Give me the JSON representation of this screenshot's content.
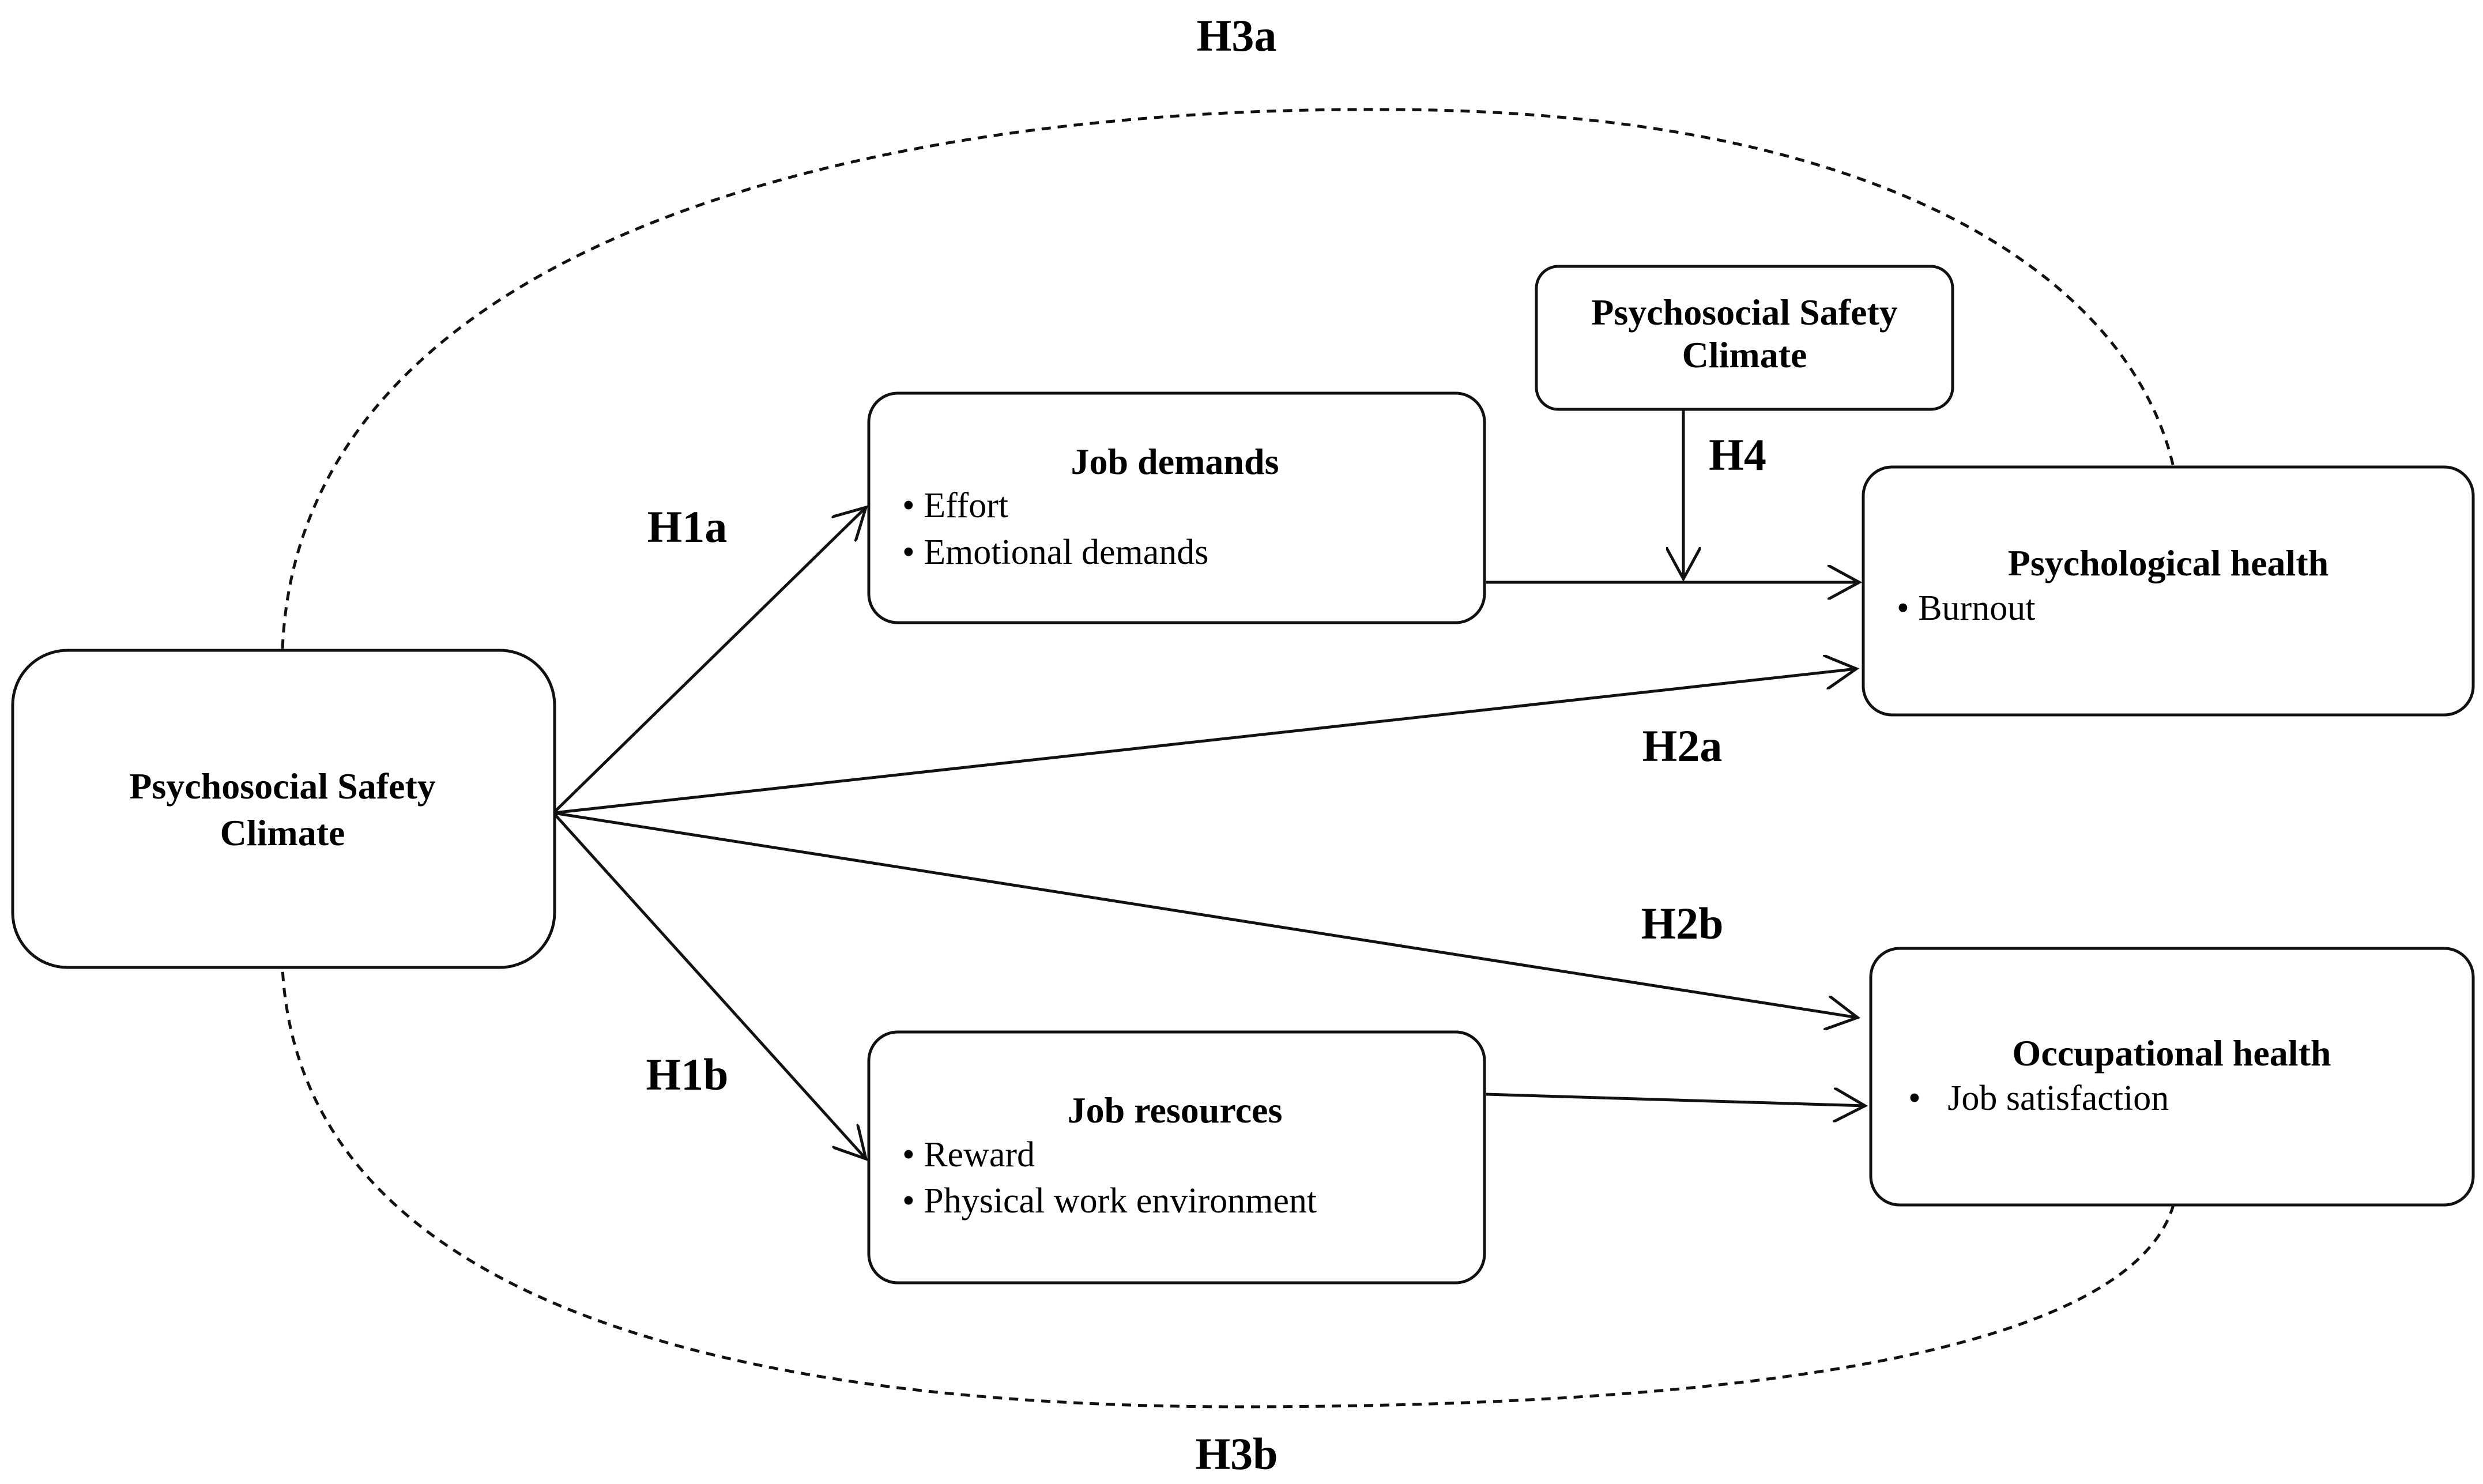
{
  "nodes": {
    "psc_main": {
      "title_lines": [
        "Psychosocial Safety",
        "Climate"
      ]
    },
    "psc_moderator": {
      "title_lines": [
        "Psychosocial Safety",
        "Climate"
      ]
    },
    "job_demands": {
      "title": "Job demands",
      "items": [
        "• Effort",
        "• Emotional demands"
      ]
    },
    "job_resources": {
      "title": "Job resources",
      "items": [
        "• Reward",
        "• Physical work environment"
      ]
    },
    "psych_health": {
      "title": "Psychological health",
      "items": [
        "• Burnout"
      ]
    },
    "occ_health": {
      "title": "Occupational health",
      "items": [
        "•   Job satisfaction"
      ]
    }
  },
  "hypotheses": {
    "h1a": "H1a",
    "h1b": "H1b",
    "h2a": "H2a",
    "h2b": "H2b",
    "h3a": "H3a",
    "h3b": "H3b",
    "h4": "H4"
  }
}
